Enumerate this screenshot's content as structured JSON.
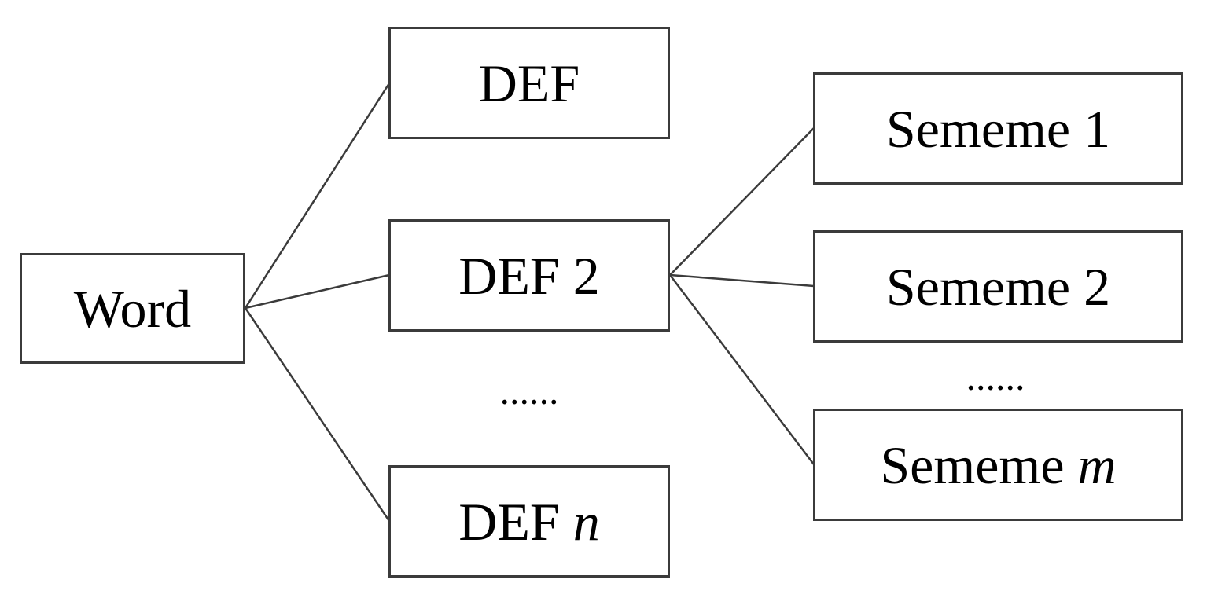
{
  "figure": {
    "background_color": "#ffffff",
    "line_color": "#3b3b3b",
    "text_color": "#000000"
  },
  "nodes": {
    "word": {
      "label": "Word"
    },
    "def1": {
      "label": "DEF"
    },
    "def2": {
      "label": "DEF 2"
    },
    "defn": {
      "label": "DEF ",
      "italic_suffix": "n"
    },
    "sememe1": {
      "label": "Sememe 1"
    },
    "sememe2": {
      "label": "Sememe 2"
    },
    "sememem": {
      "label": "Sememe ",
      "italic_suffix": "m"
    },
    "def_ellipsis": "......",
    "sememe_ellipsis": "......"
  },
  "edges": [
    {
      "from": "word",
      "to": "def1"
    },
    {
      "from": "word",
      "to": "def2"
    },
    {
      "from": "word",
      "to": "defn"
    },
    {
      "from": "def2",
      "to": "sememe1"
    },
    {
      "from": "def2",
      "to": "sememe2"
    },
    {
      "from": "def2",
      "to": "sememem"
    }
  ]
}
